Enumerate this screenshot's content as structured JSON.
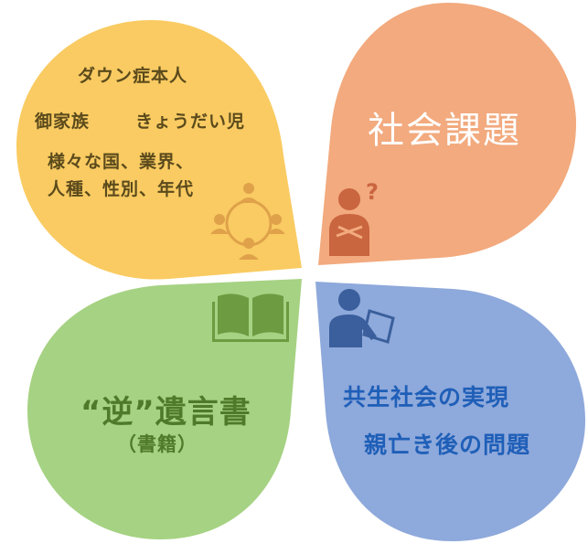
{
  "colors": {
    "yellow": "#f9cb62",
    "orange": "#f2aa7e",
    "green": "#a6d283",
    "blue": "#8ea9db",
    "yellow_icon": "#dfa14a",
    "orange_icon": "#c9653f",
    "green_icon": "#6c9b41",
    "blue_icon": "#3a5f9c"
  },
  "top_left": {
    "lines": [
      "ダウン症本人",
      "御家族",
      "きょうだい児",
      "様々な国、業界、",
      "人種、性別、年代"
    ],
    "icon": "people-network-icon"
  },
  "top_right": {
    "title": "社会課題",
    "icon": "person-question-icon"
  },
  "bottom_left": {
    "title": "“逆”遺言書",
    "subtitle": "（書籍）",
    "icon": "open-book-icon"
  },
  "bottom_right": {
    "lines": [
      "共生社会の実現",
      "親亡き後の問題"
    ],
    "icon": "person-writing-icon"
  }
}
